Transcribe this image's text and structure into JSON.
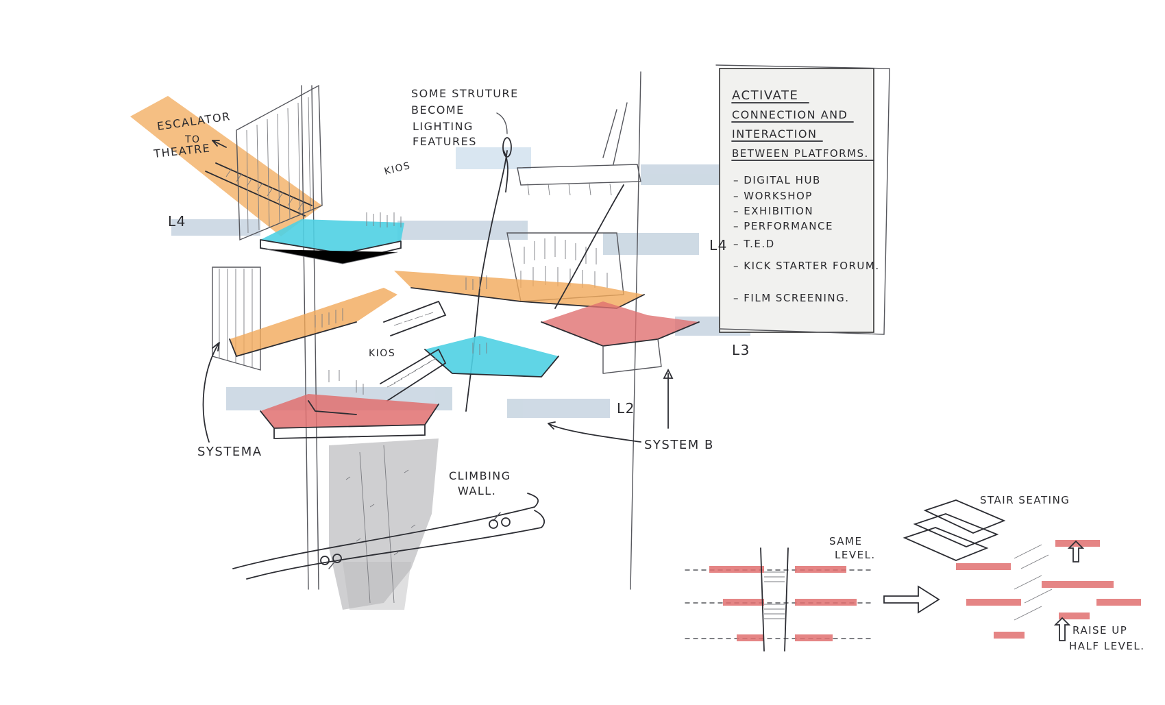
{
  "colors": {
    "cyan": "#4fd0e3",
    "orange": "#f1a95a",
    "red": "#e07070",
    "band": "#b9c9d8",
    "ink": "#2a2a2e",
    "climbing_wall": "#a7a7ab",
    "notes_panel": "#f1f1ef",
    "lighting": "#c6dbeb"
  },
  "labels": {
    "escalator": [
      "ESCALATOR",
      "TO",
      "THEATRE"
    ],
    "lighting": [
      "SOME STRUTURE",
      "BECOME",
      "LIGHTING",
      "FEATURES"
    ],
    "kios_top": "KIOS",
    "kios_mid": "KIOS",
    "level_l4_left": "L4",
    "level_l4_right": "L4",
    "level_l3": "L3",
    "level_l2": "L2",
    "system_a": "SYSTEMA",
    "system_b": "SYSTEM B",
    "climbing": [
      "CLIMBING",
      "WALL."
    ]
  },
  "notes": {
    "heading": [
      "ACTIVATE",
      "CONNECTION AND",
      "INTERACTION",
      "BETWEEN PLATFORMS."
    ],
    "items": [
      "DIGITAL HUB",
      "WORKSHOP",
      "EXHIBITION",
      "PERFORMANCE",
      "T.E.D",
      "KICK STARTER FORUM.",
      "FILM SCREENING."
    ]
  },
  "detail": {
    "same_level": [
      "SAME",
      "LEVEL."
    ],
    "stair_seating": "STAIR SEATING",
    "raise_up": [
      "RAISE UP",
      "HALF LEVEL."
    ]
  }
}
